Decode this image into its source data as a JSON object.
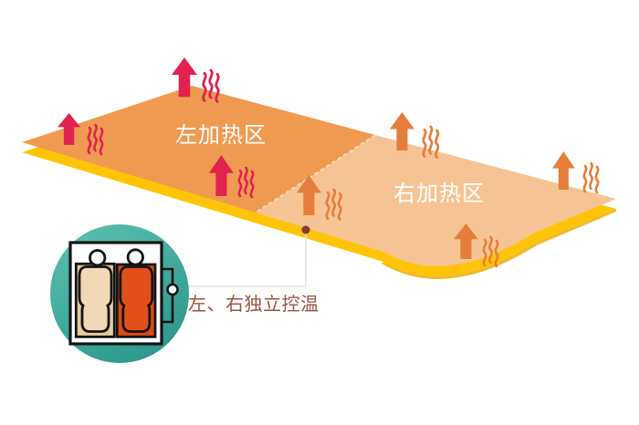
{
  "illustration": {
    "subject": "dual-zone heated electric blanket, isometric product diagram",
    "labels": {
      "left_zone": "左加热区",
      "right_zone": "右加热区",
      "callout": "左、右独立控温"
    },
    "zones": {
      "left": {
        "label": "左加热区",
        "surface_color": "#EF9A51",
        "arrow_color": "#E0234F",
        "arrow_count": 3
      },
      "right": {
        "label": "右加热区",
        "surface_color": "#F6C494",
        "arrow_color": "#E67E3B",
        "arrow_count": 4
      }
    },
    "colors": {
      "blanket_edge_yellow": "#FFC408",
      "zone_label_text": "#FFFFFF",
      "callout_text": "#9D5340",
      "callout_dot": "#8A3A2E",
      "leader_line": "#E7E4DD",
      "inset_circle_gradient_top": "#5CC2AF",
      "inset_circle_gradient_bottom": "#2F9A8D",
      "inset_bed_fill": "#FFFFFF",
      "inset_left_mattress": "#E7C99D",
      "inset_left_sleeper": "#F1D9B5",
      "inset_right_mattress": "#DE4A12",
      "inset_right_sleeper": "#E25019",
      "inset_outline": "#141414"
    },
    "icons": [
      {
        "name": "heat-arrow-icon",
        "meaning": "heat rising from blanket surface"
      },
      {
        "name": "heat-waves-icon",
        "meaning": "warm air waves"
      },
      {
        "name": "dual-bed-controller-icon",
        "meaning": "two sleepers with independent temperature controller"
      }
    ]
  }
}
